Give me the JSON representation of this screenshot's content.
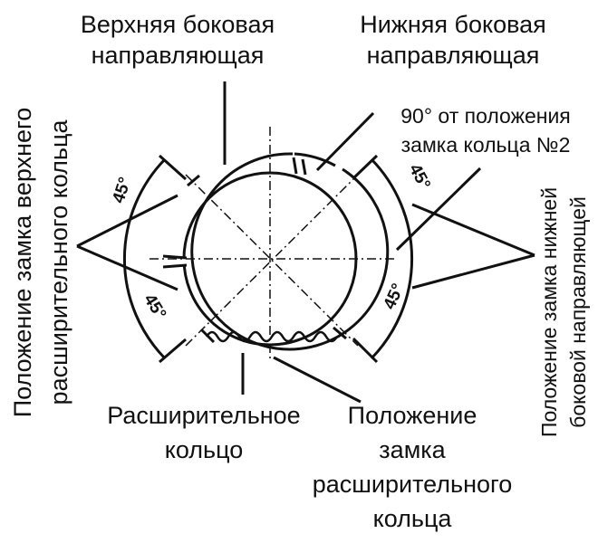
{
  "labels": {
    "top_rail_1": "Верхняя боковая",
    "top_rail_2": "направляющая",
    "bottom_rail_1": "Нижняя боковая",
    "bottom_rail_2": "направляющая",
    "ninety_1": "90° от положения",
    "ninety_2": "замка кольца №2",
    "left_vert_1": "Положение замка верхнего",
    "left_vert_2": "расширительного кольца",
    "right_vert_1": "Положение замка нижней",
    "right_vert_2": "боковой направляющей",
    "expander_1": "Расширительное",
    "expander_2": "кольцо",
    "expander_gap_1": "Положение",
    "expander_gap_2": "замка",
    "expander_gap_3": "расширительного",
    "expander_gap_4": "кольца"
  },
  "angles": {
    "left_upper": "45°",
    "left_lower": "45°",
    "right_upper": "45°",
    "right_lower": "45°"
  },
  "colors": {
    "ink": "#111111",
    "background": "#ffffff"
  }
}
